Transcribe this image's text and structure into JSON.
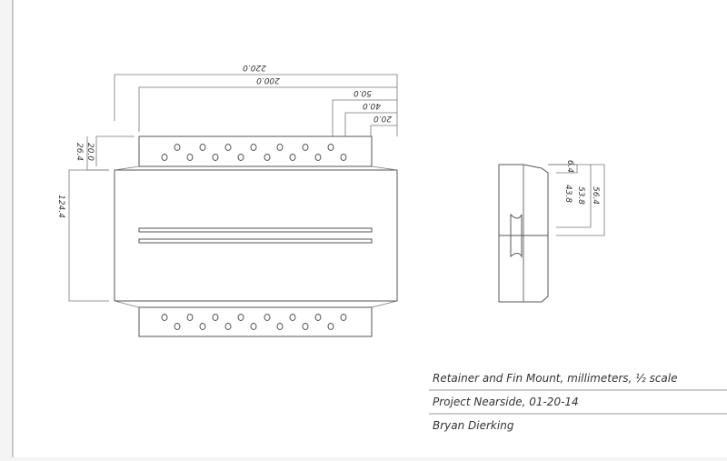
{
  "drawing": {
    "dimensions": {
      "overall_width": "220.0",
      "inner_width": "200.0",
      "d50": "50.0",
      "d40": "40.0",
      "d20": "20.0",
      "flange_height": "20.0",
      "flange_total": "26.4",
      "body_height": "124.4",
      "side_64": "6.4",
      "side_438": "43.8",
      "side_538": "53.8",
      "side_564": "56.4"
    },
    "title_block": {
      "line1": "Retainer and Fin Mount, millimeters, ½ scale",
      "line2": "Project Nearside, 01-20-14",
      "line3": "Bryan Dierking"
    }
  }
}
